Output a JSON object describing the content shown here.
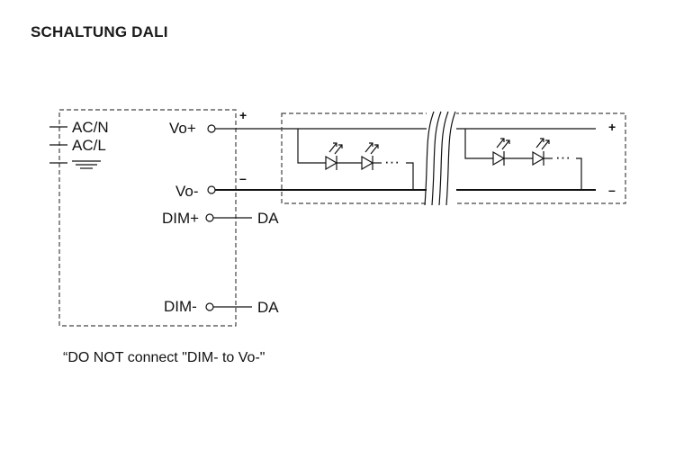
{
  "header": {
    "title": "SCHALTUNG DALI"
  },
  "driver": {
    "ac_n": "AC/N",
    "ac_l": "AC/L",
    "vo_plus": "Vo+",
    "vo_minus": "Vo-",
    "dim_plus": "DIM+",
    "dim_minus": "DIM-"
  },
  "bus": {
    "da_plus": "DA",
    "da_minus": "DA"
  },
  "polarity": {
    "plus_left": "+",
    "minus_left": "–",
    "plus_right": "+",
    "minus_right": "–"
  },
  "led_chain": {
    "ellipsis_1": "···",
    "ellipsis_2": "···"
  },
  "note": "“DO NOT connect \"DIM- to Vo-\""
}
